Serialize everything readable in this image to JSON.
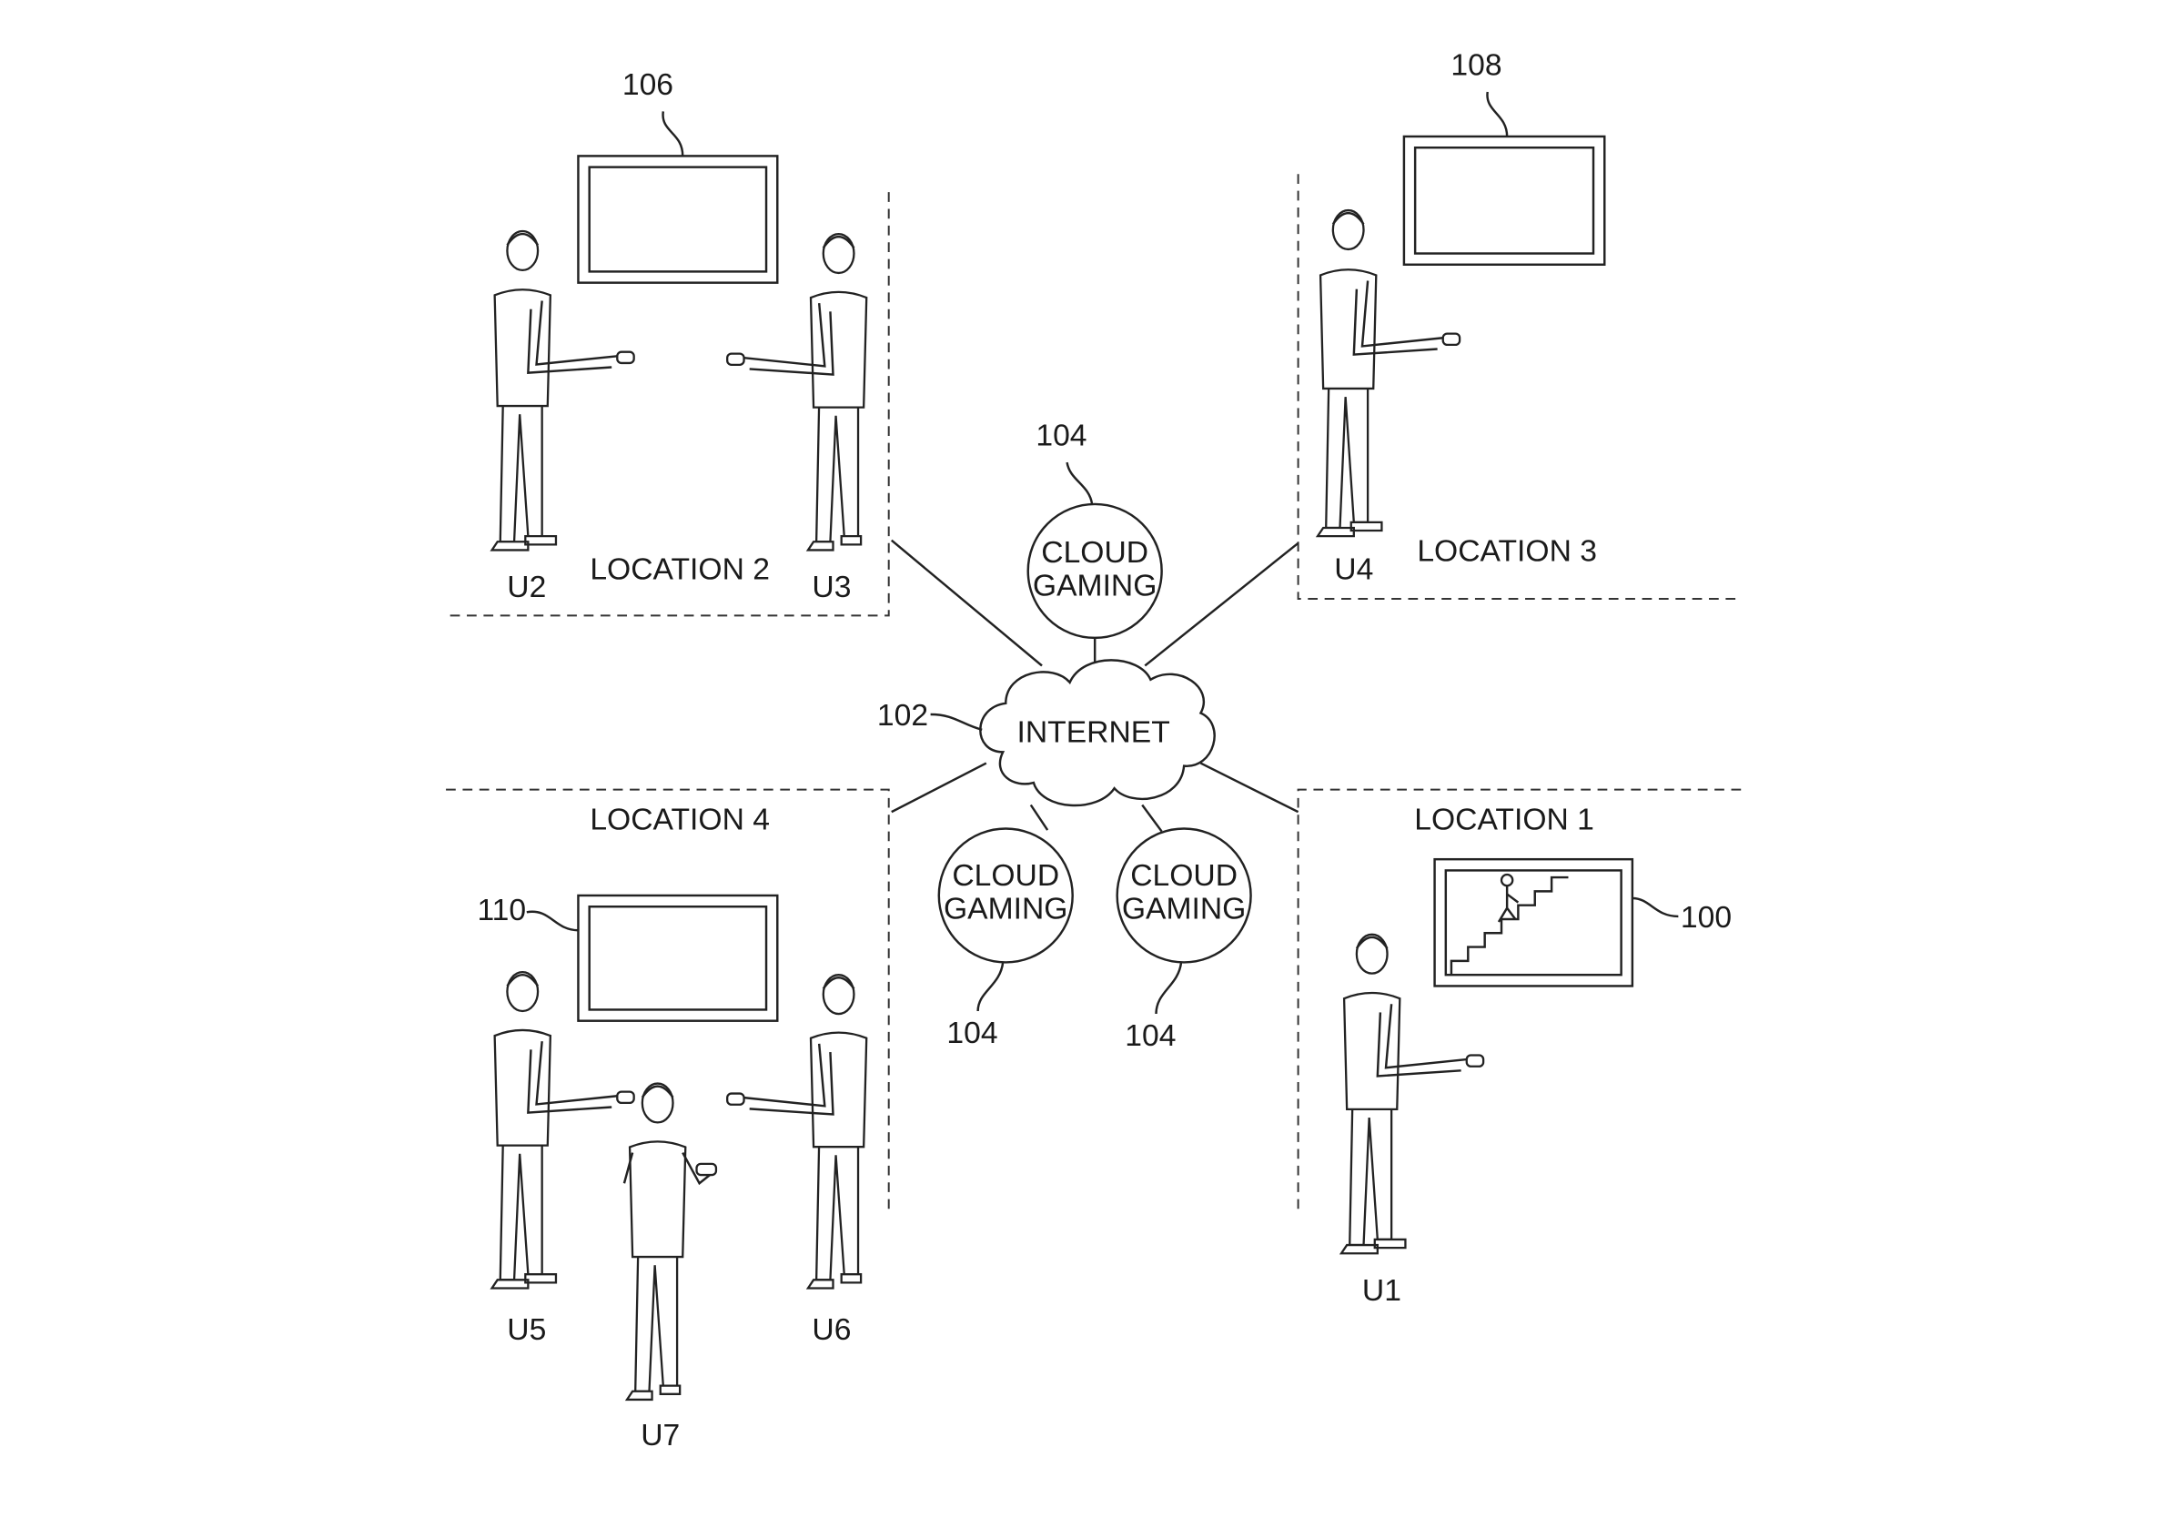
{
  "diagram": {
    "internet": {
      "label": "INTERNET",
      "ref": "102"
    },
    "cloud_gaming": [
      {
        "label_line1": "CLOUD",
        "label_line2": "GAMING",
        "ref": "104"
      },
      {
        "label_line1": "CLOUD",
        "label_line2": "GAMING",
        "ref": "104"
      },
      {
        "label_line1": "CLOUD",
        "label_line2": "GAMING",
        "ref": "104"
      }
    ],
    "locations": {
      "location1": {
        "label": "LOCATION 1",
        "display_ref": "100",
        "users": [
          "U1"
        ]
      },
      "location2": {
        "label": "LOCATION 2",
        "display_ref": "106",
        "users": [
          "U2",
          "U3"
        ]
      },
      "location3": {
        "label": "LOCATION 3",
        "display_ref": "108",
        "users": [
          "U4"
        ]
      },
      "location4": {
        "label": "LOCATION 4",
        "display_ref": "110",
        "users": [
          "U5",
          "U6",
          "U7"
        ]
      }
    }
  }
}
